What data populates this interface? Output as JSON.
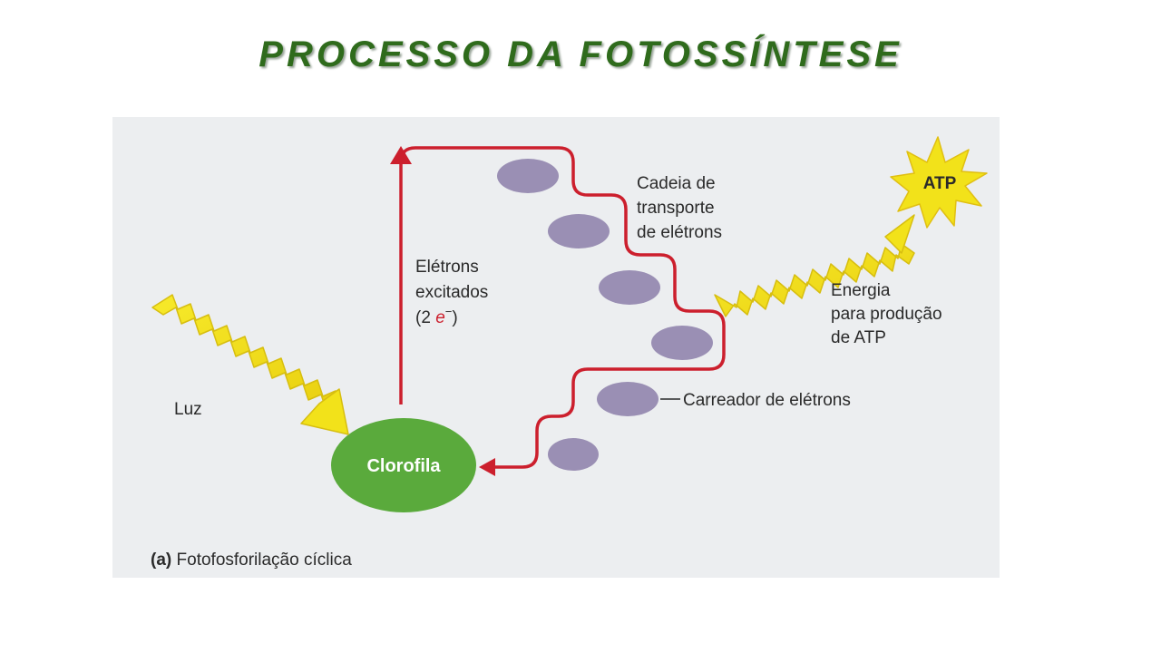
{
  "slide": {
    "title": "PROCESSO DA FOTOSSÍNTESE"
  },
  "diagram": {
    "light_label": "Luz",
    "chlorophyll_label": "Clorofila",
    "excited_electrons": {
      "line1": "Elétrons",
      "line2": "excitados",
      "line3_open": "(2 ",
      "line3_e": "e",
      "line3_sup": "−",
      "line3_close": ")"
    },
    "transport_chain": {
      "line1": "Cadeia de",
      "line2": "transporte",
      "line3": "de elétrons"
    },
    "energy": {
      "line1": "Energia",
      "line2": "para produção",
      "line3": "de ATP"
    },
    "atp_label": "ATP",
    "carrier_label": "Carreador de elétrons",
    "caption_tag": "(a)",
    "caption_text": "Fotofosforilação cíclica"
  },
  "colors": {
    "title": "#2f6b1c",
    "figure_background": "#eceef0",
    "electron_path": "#cc1f2d",
    "carrier": "#9a8fb4",
    "chlorophyll": "#5aaa3c",
    "lightning": "#f2e21a",
    "atp_burst": "#f2e21a"
  }
}
